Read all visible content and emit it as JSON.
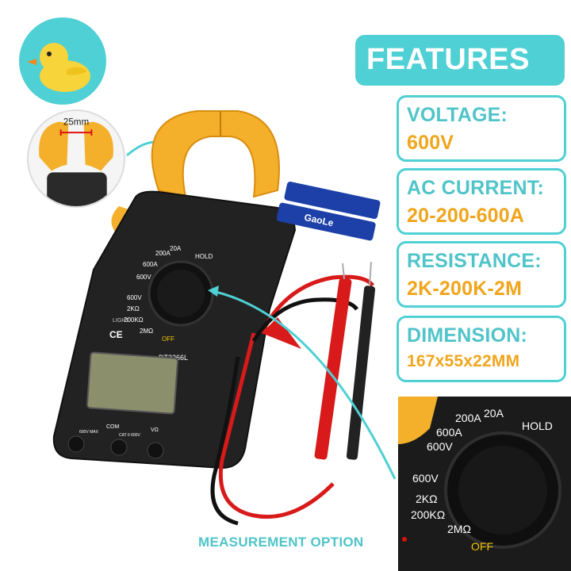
{
  "features": {
    "title": "FEATURES",
    "items": [
      {
        "label": "VOLTAGE:",
        "value": "600V"
      },
      {
        "label": "AC CURRENT:",
        "value": "20-200-600A"
      },
      {
        "label": "RESISTANCE:",
        "value": "2K-200K-2M"
      },
      {
        "label": "DIMENSION:",
        "value": "167x55x22MM"
      }
    ]
  },
  "caption": "MEASUREMENT OPTION",
  "jaw_inset": {
    "measurement": "25mm"
  },
  "meter": {
    "model": "DT3266L",
    "ce_mark": "CE",
    "light_label": "LIGHT",
    "dial_labels": [
      "20A",
      "200A",
      "600A",
      "600V",
      "600V",
      "2KΩ",
      "200KΩ",
      "2MΩ",
      "HOLD",
      "OFF"
    ],
    "terminals": [
      "COM",
      "VΩ",
      "600V MAX",
      "CAT II 600V"
    ]
  },
  "battery": {
    "brand": "GaoLe"
  },
  "zoom": {
    "labels": [
      "20A",
      "200A",
      "600A",
      "600V",
      "600V",
      "2KΩ",
      "200KΩ",
      "2MΩ",
      "HOLD",
      "OFF"
    ]
  },
  "colors": {
    "accent": "#4fd0d4",
    "accent_text": "#4fc4c9",
    "value_text": "#f0a51c",
    "meter_body": "#222222",
    "jaw": "#f4b02a"
  }
}
